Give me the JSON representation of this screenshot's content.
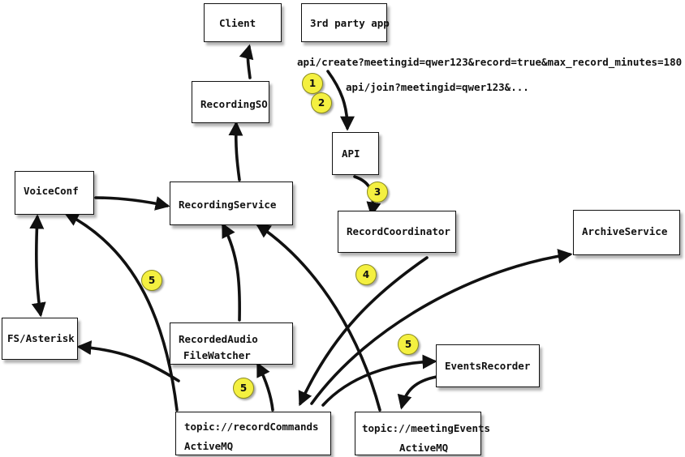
{
  "nodes": {
    "client": "Client",
    "third_party_app": "3rd party app",
    "recording_so": "RecordingSO",
    "api": "API",
    "voice_conf": "VoiceConf",
    "recording_service": "RecordingService",
    "record_coordinator": "RecordCoordinator",
    "archive_service": "ArchiveService",
    "fs_asterisk": "FS/Asterisk",
    "recorded_audio_line1": "RecordedAudio",
    "recorded_audio_line2": "FileWatcher",
    "events_recorder": "EventsRecorder",
    "record_commands_line1": "topic://recordCommands",
    "record_commands_line2": "ActiveMQ",
    "meeting_events_line1": "topic://meetingEvents",
    "meeting_events_line2": "ActiveMQ"
  },
  "annotations": {
    "create_call": "api/create?meetingid=qwer123&record=true&max_record_minutes=180",
    "join_call": "api/join?meetingid=qwer123&..."
  },
  "badges": [
    "1",
    "2",
    "3",
    "4",
    "5",
    "5",
    "5"
  ],
  "colors": {
    "badge_fill": "#f4f040",
    "line": "#111111",
    "background": "#ffffff"
  }
}
